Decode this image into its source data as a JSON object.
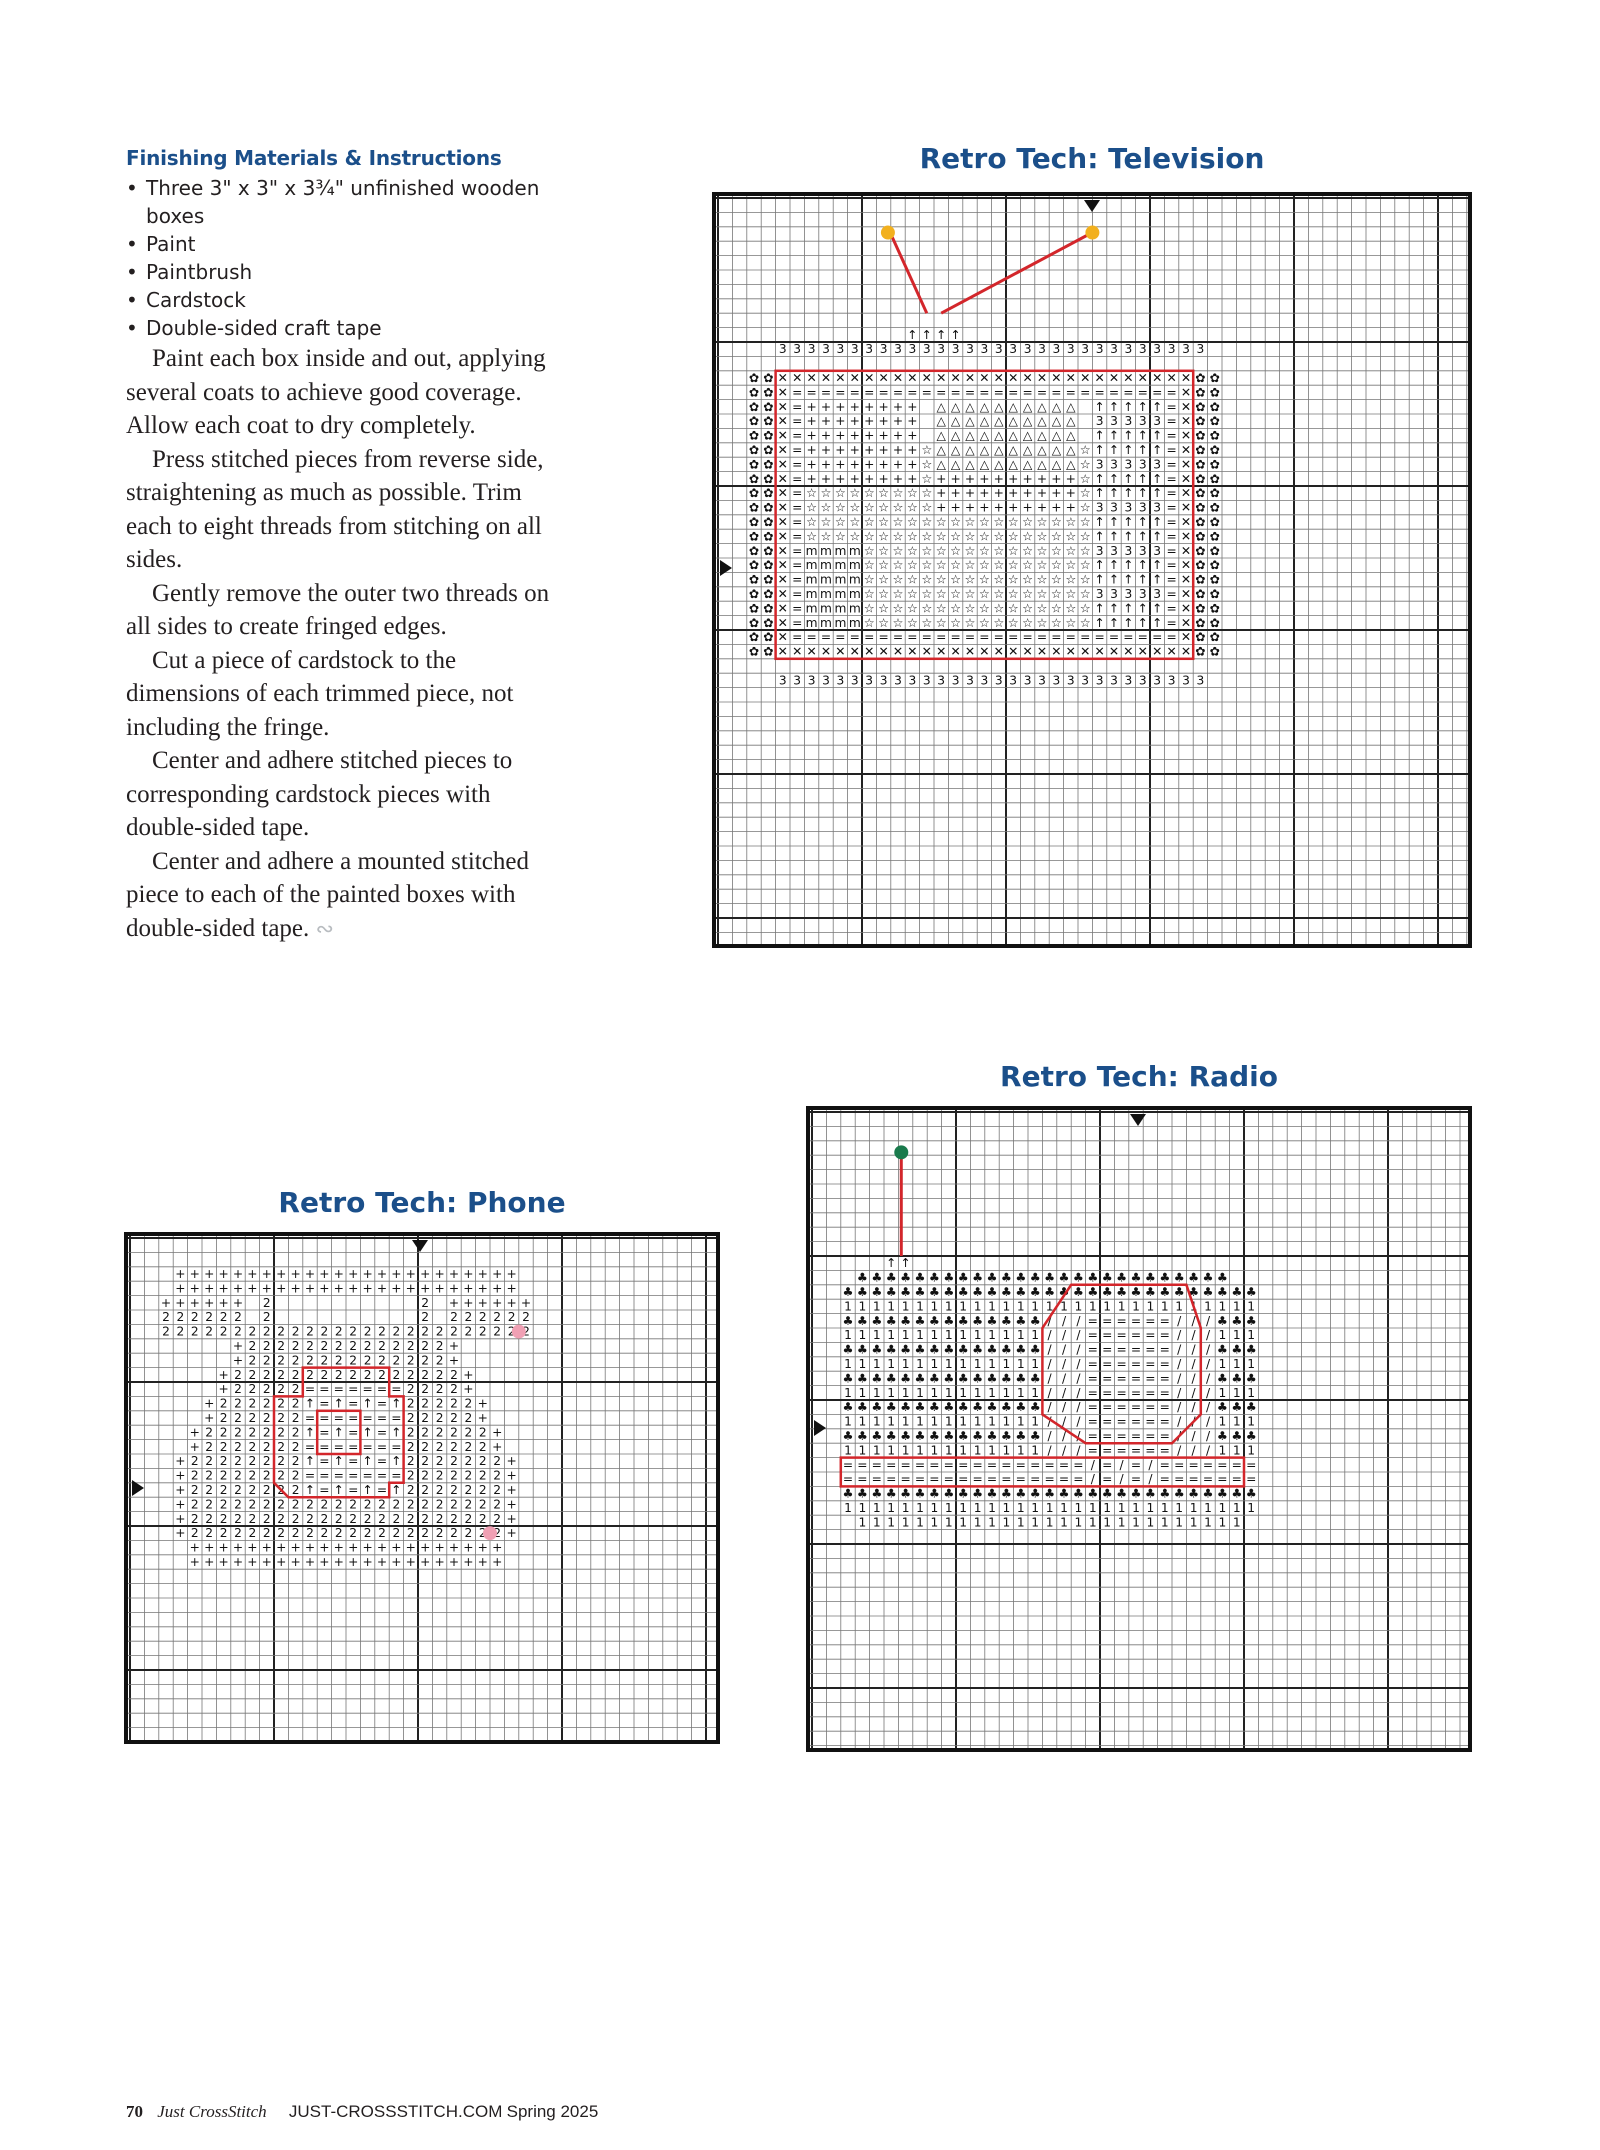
{
  "instructions": {
    "heading": "Finishing Materials & Instructions",
    "materials": [
      "Three 3\" x 3\" x 3¾\" unfinished wooden boxes",
      "Paint",
      "Paintbrush",
      "Cardstock",
      "Double-sided craft tape"
    ],
    "paragraphs": [
      "Paint each box inside and out, applying several coats to achieve good coverage. Allow each coat to dry completely.",
      "Press stitched pieces from reverse side, straightening as much as possible. Trim each to eight threads from stitching on all sides.",
      "Gently remove the outer two threads on all sides to create fringed edges.",
      "Cut a piece of cardstock to the dimensions of each trimmed piece, not including the fringe.",
      "Center and adhere stitched pieces to corresponding cardstock pieces with double-sided tape.",
      "Center and adhere a mounted stitched piece to each of the painted boxes with double-sided tape."
    ],
    "end_mark": "∾"
  },
  "charts": {
    "television": {
      "title": "Retro Tech: Television"
    },
    "radio": {
      "title": "Retro Tech: Radio"
    },
    "phone": {
      "title": "Retro Tech: Phone"
    }
  },
  "colors": {
    "heading_blue": "#1b4f8a",
    "backstitch_red": "#d3262b",
    "tv_antenna_knob": "#f2b01e",
    "radio_antenna_knob": "#1a7a4c",
    "phone_marker": "#f0a0b4"
  },
  "footer": {
    "page_number": "70",
    "magazine": "Just CrossStitch",
    "site": "JUST-CROSSSTITCH.COM",
    "issue": "Spring 2025"
  }
}
